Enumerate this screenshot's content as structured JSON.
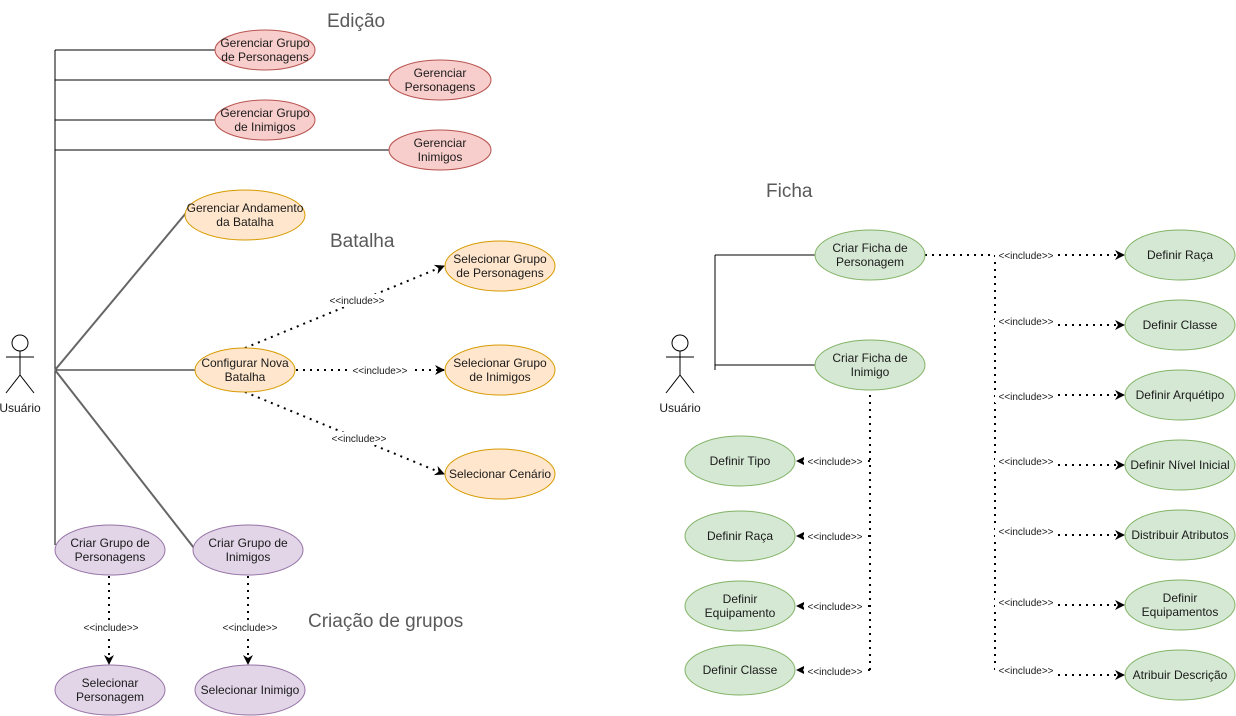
{
  "sections": {
    "edicao": "Edição",
    "batalha": "Batalha",
    "criacao": "Criação de grupos",
    "ficha": "Ficha"
  },
  "actors": {
    "left": "Usuário",
    "right": "Usuário"
  },
  "include_label": "<<include>>",
  "colors": {
    "red_fill": "#f8cecc",
    "red_stroke": "#b85450",
    "orange_fill": "#ffe6cc",
    "orange_stroke": "#d79b00",
    "purple_fill": "#e1d5e7",
    "purple_stroke": "#9673a6",
    "green_fill": "#d5e8d4",
    "green_stroke": "#82b366"
  },
  "use_cases": {
    "gerenciar_grupo_personagens": [
      "Gerenciar Grupo",
      "de Personagens"
    ],
    "gerenciar_personagens": [
      "Gerenciar",
      "Personagens"
    ],
    "gerenciar_grupo_inimigos": [
      "Gerenciar Grupo",
      "de Inimigos"
    ],
    "gerenciar_inimigos": [
      "Gerenciar",
      "Inimigos"
    ],
    "gerenciar_andamento": [
      "Gerenciar Andamento",
      "da Batalha"
    ],
    "configurar_batalha": [
      "Configurar Nova",
      "Batalha"
    ],
    "selecionar_grupo_personagens": [
      "Selecionar Grupo",
      "de Personagens"
    ],
    "selecionar_grupo_inimigos": [
      "Selecionar Grupo",
      "de Inimigos"
    ],
    "selecionar_cenario": [
      "Selecionar Cenário"
    ],
    "criar_grupo_personagens": [
      "Criar Grupo de",
      "Personagens"
    ],
    "criar_grupo_inimigos": [
      "Criar Grupo de",
      "Inimigos"
    ],
    "selecionar_personagem": [
      "Selecionar",
      "Personagem"
    ],
    "selecionar_inimigo": [
      "Selecionar Inimigo"
    ],
    "criar_ficha_personagem": [
      "Criar Ficha de",
      "Personagem"
    ],
    "criar_ficha_inimigo": [
      "Criar Ficha de",
      "Inimigo"
    ],
    "definir_tipo": [
      "Definir Tipo"
    ],
    "definir_raca_inimigo": [
      "Definir Raça"
    ],
    "definir_equipamento": [
      "Definir",
      "Equipamento"
    ],
    "definir_classe_inimigo": [
      "Definir Classe"
    ],
    "definir_raca": [
      "Definir Raça"
    ],
    "definir_classe": [
      "Definir Classe"
    ],
    "definir_arquetipo": [
      "Definir Arquétipo"
    ],
    "definir_nivel": [
      "Definir Nível Inicial"
    ],
    "distribuir_atributos": [
      "Distribuir Atributos"
    ],
    "definir_equipamentos": [
      "Definir",
      "Equipamentos"
    ],
    "atribuir_descricao": [
      "Atribuir Descrição"
    ]
  }
}
